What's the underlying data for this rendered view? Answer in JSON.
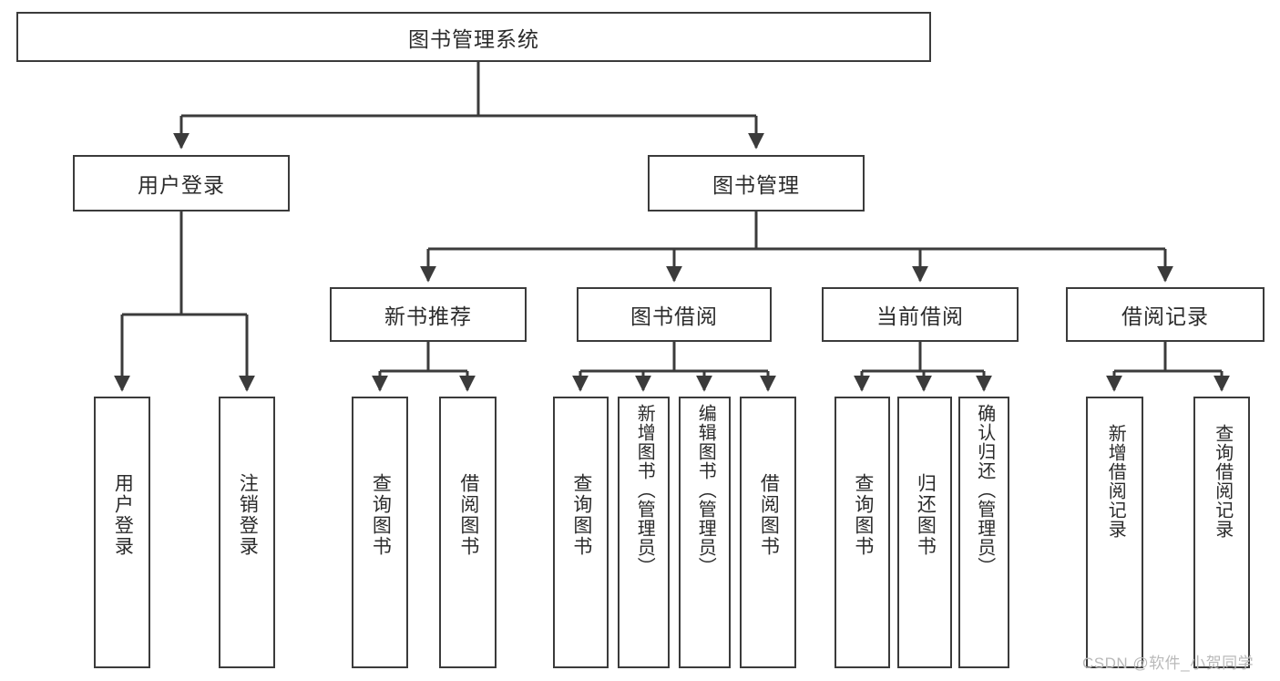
{
  "diagram": {
    "title": "图书管理系统",
    "type": "tree-hierarchy-chart",
    "root": {
      "id": "root",
      "label": "图书管理系统"
    },
    "level2": [
      {
        "id": "user-login",
        "label": "用户登录"
      },
      {
        "id": "book-manage",
        "label": "图书管理"
      }
    ],
    "level3": [
      {
        "id": "new-book-recommend",
        "label": "新书推荐",
        "parent": "book-manage"
      },
      {
        "id": "book-borrow",
        "label": "图书借阅",
        "parent": "book-manage"
      },
      {
        "id": "current-borrow",
        "label": "当前借阅",
        "parent": "book-manage"
      },
      {
        "id": "borrow-record",
        "label": "借阅记录",
        "parent": "book-manage"
      }
    ],
    "leaves": [
      {
        "id": "leaf-user-login",
        "label": "用户登录",
        "parent": "user-login"
      },
      {
        "id": "leaf-user-logout",
        "label": "注销登录",
        "parent": "user-login"
      },
      {
        "id": "leaf-query-book-1",
        "label": "查询图书",
        "parent": "new-book-recommend"
      },
      {
        "id": "leaf-borrow-book-1",
        "label": "借阅图书",
        "parent": "new-book-recommend"
      },
      {
        "id": "leaf-query-book-2",
        "label": "查询图书",
        "parent": "book-borrow"
      },
      {
        "id": "leaf-add-book",
        "label": "新增图书（管理员）",
        "parent": "book-borrow"
      },
      {
        "id": "leaf-edit-book",
        "label": "编辑图书（管理员）",
        "parent": "book-borrow"
      },
      {
        "id": "leaf-borrow-book-2",
        "label": "借阅图书",
        "parent": "book-borrow"
      },
      {
        "id": "leaf-query-book-3",
        "label": "查询图书",
        "parent": "current-borrow"
      },
      {
        "id": "leaf-return-book",
        "label": "归还图书",
        "parent": "current-borrow"
      },
      {
        "id": "leaf-confirm-return",
        "label": "确认归还（管理员）",
        "parent": "current-borrow"
      },
      {
        "id": "leaf-add-record",
        "label": "新增借阅记录",
        "parent": "borrow-record"
      },
      {
        "id": "leaf-query-record",
        "label": "查询借阅记录",
        "parent": "borrow-record"
      }
    ],
    "watermark": "CSDN @软件_小贺同学",
    "colors": {
      "stroke": "#3b3b3b",
      "text": "#2b2b2b",
      "background": "#ffffff",
      "watermark": "#b9b9b9"
    }
  }
}
